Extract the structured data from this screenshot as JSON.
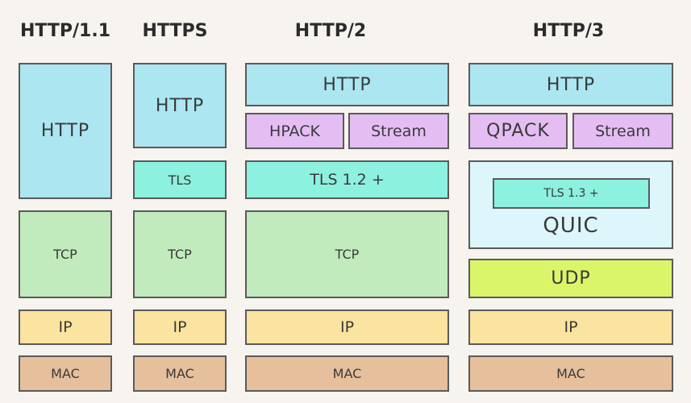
{
  "columns": [
    {
      "title": "HTTP/1.1",
      "layers": {
        "http": "HTTP",
        "tcp": "TCP",
        "ip": "IP",
        "mac": "MAC"
      }
    },
    {
      "title": "HTTPS",
      "layers": {
        "http": "HTTP",
        "tls": "TLS",
        "tcp": "TCP",
        "ip": "IP",
        "mac": "MAC"
      }
    },
    {
      "title": "HTTP/2",
      "layers": {
        "http": "HTTP",
        "hpack": "HPACK",
        "stream": "Stream",
        "tls": "TLS 1.2 +",
        "tcp": "TCP",
        "ip": "IP",
        "mac": "MAC"
      }
    },
    {
      "title": "HTTP/3",
      "layers": {
        "http": "HTTP",
        "qpack": "QPACK",
        "stream": "Stream",
        "tls": "TLS 1.3 +",
        "quic": "QUIC",
        "udp": "UDP",
        "ip": "IP",
        "mac": "MAC"
      }
    }
  ],
  "colors": {
    "background": "#f7f3ee",
    "http": "#abe6f1",
    "hpack_qpack_stream": "#e4bef3",
    "tls": "#8cf1df",
    "tcp": "#c1ebbc",
    "ip": "#fbe3a0",
    "mac": "#e6bf9c",
    "quic": "#ddf6fb",
    "udp": "#dbf56a",
    "border": "#5a5a5a"
  }
}
